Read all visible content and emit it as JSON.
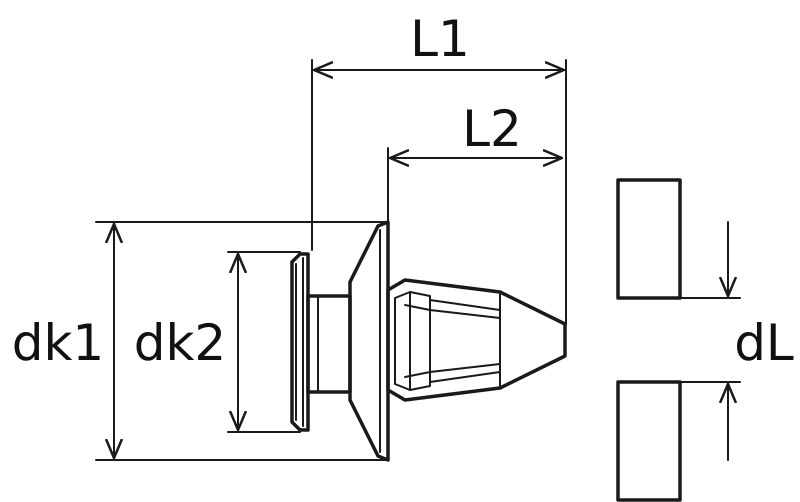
{
  "diagram": {
    "labels": {
      "L1": "L1",
      "L2": "L2",
      "dk1": "dk1",
      "dk2": "dk2",
      "dL": "dL"
    },
    "colors": {
      "stroke": "#1a1a1a",
      "text": "#111111",
      "background": "#ffffff"
    }
  }
}
